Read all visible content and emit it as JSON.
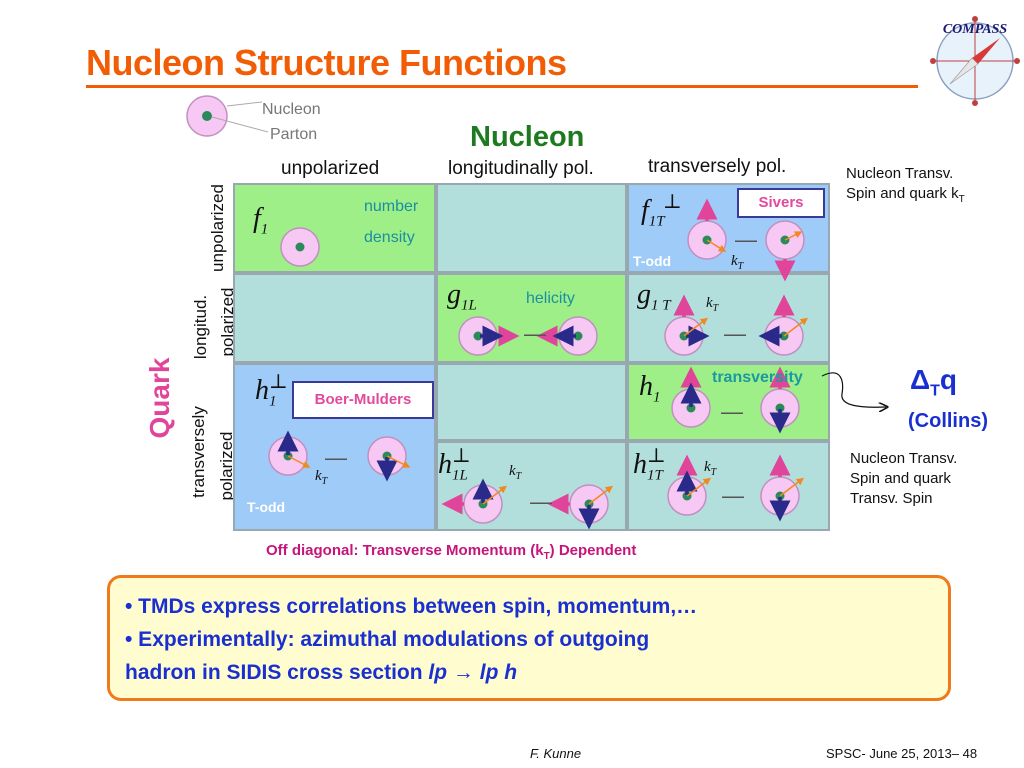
{
  "slide": {
    "title": "Nucleon Structure Functions",
    "logo_text": "COMPASS",
    "legend": {
      "nucleon": "Nucleon",
      "parton": "Parton"
    },
    "nucleon_header": "Nucleon",
    "columns": [
      "unpolarized",
      "longitudinally pol.",
      "transversely pol."
    ],
    "quark_label": "Quark",
    "rows": {
      "r1": "unpolarized",
      "r2a": "longitud.",
      "r2b": "polarized",
      "r3a": "transversely",
      "r3b": "polarized"
    }
  },
  "cells": {
    "f1": {
      "fn": "f",
      "sub": "1",
      "desc1": "number",
      "desc2": "density"
    },
    "sivers": {
      "fn": "f",
      "sup": "⊥",
      "sub": "1T",
      "box": "Sivers",
      "todd": "T-odd",
      "kt": "k",
      "kt_sub": "T"
    },
    "g1L": {
      "fn": "g",
      "sub": "1L",
      "desc": "helicity"
    },
    "g1T": {
      "fn": "g",
      "sub": "1 T",
      "kt": "k",
      "kt_sub": "T"
    },
    "boer": {
      "fn": "h",
      "sup": "⊥",
      "sub": "1",
      "box": "Boer-Mulders",
      "todd": "T-odd",
      "kt": "k",
      "kt_sub": "T"
    },
    "h1": {
      "fn": "h",
      "sub": "1",
      "desc": "transversity"
    },
    "h1L": {
      "fn": "h",
      "sup": "⊥",
      "sub": "1L",
      "kt": "k",
      "kt_sub": "T"
    },
    "h1T": {
      "fn": "h",
      "sup": "⊥",
      "sub": "1T",
      "kt": "k",
      "kt_sub": "T"
    }
  },
  "side": {
    "note1_a": "Nucleon Transv.",
    "note1_b": "Spin and quark k",
    "note1_b_sub": "T",
    "delta_symbol": "Δ",
    "delta_sub": "T",
    "delta_q": "q",
    "collins": "(Collins)",
    "note2_a": "Nucleon Transv.",
    "note2_b": "Spin and quark",
    "note2_c": "Transv. Spin"
  },
  "offdiag": {
    "a": "Off diagonal: Transverse Momentum (k",
    "sub": "T",
    "b": ") Dependent"
  },
  "bullets": {
    "b1": "• TMDs express correlations between spin, momentum,…",
    "b2": "• Experimentally:  azimuthal modulations of outgoing",
    "b3": "hadron in SIDIS cross section  ",
    "b3_em": "lp → lp h"
  },
  "footer": {
    "author": "F. Kunne",
    "date": "SPSC- June 25, 2013– 48"
  },
  "colors": {
    "title": "#f25c05",
    "green_cell": "#9fef88",
    "teal_cell": "#b2dfdc",
    "blue_cell": "#9ecbf7",
    "nucleon_head": "#1e7a1e",
    "quark": "#e0459a",
    "blue_text": "#1a2fd0"
  }
}
